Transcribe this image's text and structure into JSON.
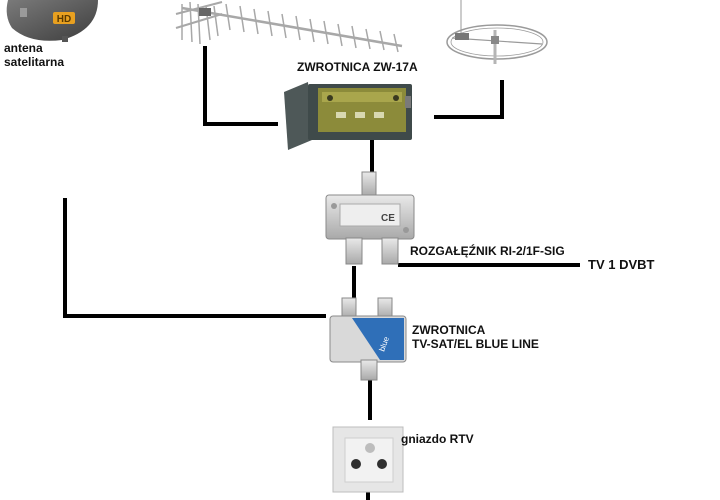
{
  "labels": {
    "satellite_antenna_line1": "antena",
    "satellite_antenna_line2": "satelitarna",
    "satellite_dish_badge": "HD",
    "combiner_top": "ZWROTNICA ZW-17A",
    "splitter": "ROZGAŁĘŹNIK RI-2/1F-SIG",
    "tv_output": "TV 1  DVBT",
    "diplexer_line1": "ZWROTNICA",
    "diplexer_line2": "TV-SAT/EL BLUE LINE",
    "socket": "gniazdo RTV",
    "splitter_ce": "CE",
    "diplexer_brand": "blue"
  },
  "colors": {
    "cable": "#000000",
    "dish": "#5b5b5b",
    "dish_badge": "#e8a020",
    "combiner_box": "#3f4a4a",
    "combiner_panel": "#8c8b3a",
    "metal": "#c9c9c9",
    "diplexer_blue": "#2f6fb8",
    "socket_plate": "#e6e6e6"
  }
}
